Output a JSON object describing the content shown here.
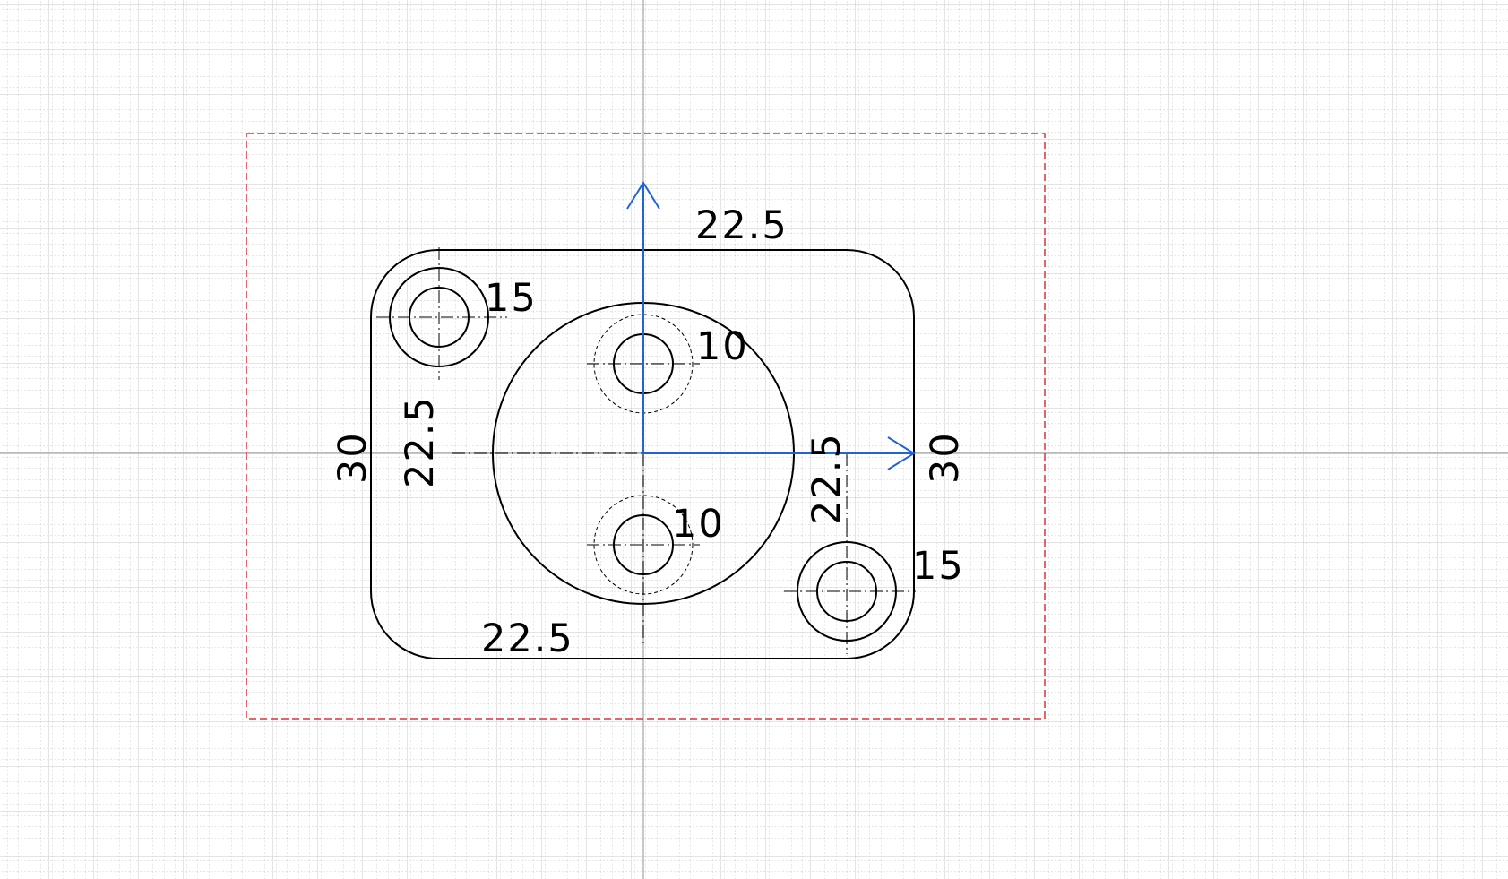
{
  "colors": {
    "background": "#ffffff",
    "grid_minor": "#cfcfcf",
    "grid_major": "#c8c8c8",
    "outline": "#000000",
    "axis": "#1f63d6",
    "frame": "#e0303a"
  },
  "dimensions": {
    "top_width": "22.5",
    "bottom_width": "22.5",
    "left_height": "30",
    "right_height": "30",
    "left_offset": "22.5",
    "right_offset": "22.5",
    "hole_top_left": "15",
    "hole_bottom_right": "15",
    "hole_center_top": "10",
    "hole_center_bottom": "10"
  }
}
